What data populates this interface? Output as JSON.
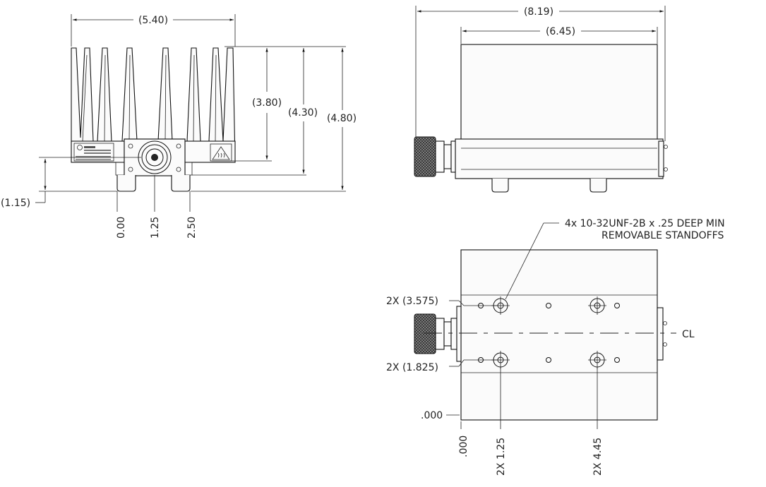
{
  "front_view": {
    "width_dim": "(5.40)",
    "h1_dim": "(3.80)",
    "h2_dim": "(4.30)",
    "h3_dim": "(4.80)",
    "offset_dim": "(1.15)",
    "x0": "0.00",
    "x1": "1.25",
    "x2": "2.50"
  },
  "side_view": {
    "overall_dim": "(8.19)",
    "body_dim": "(6.45)"
  },
  "bottom_view": {
    "note_line1": "4x 10-32UNF-2B x .25 DEEP MIN",
    "note_line2": "REMOVABLE STANDOFFS",
    "y_upper": "2X (3.575)",
    "y_lower": "2X (1.825)",
    "y_origin": ".000",
    "x_origin": ".000",
    "x1": "2X 1.25",
    "x2": "2X 4.45",
    "centerline": "CL"
  }
}
